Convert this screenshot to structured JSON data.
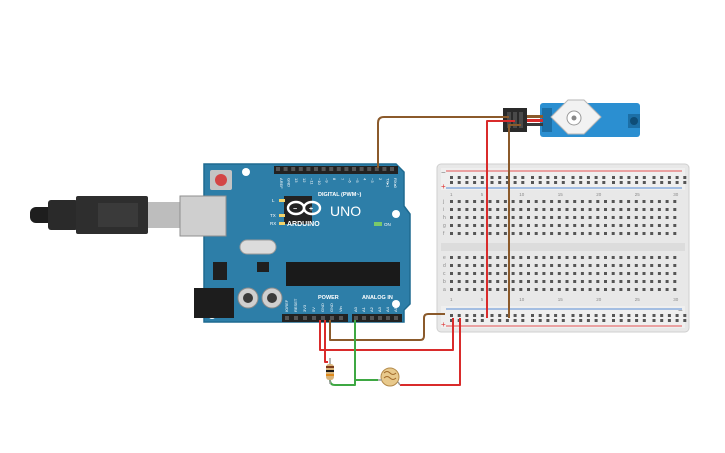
{
  "board": {
    "brand": "ARDUINO",
    "model": "UNO",
    "digital_header": "DIGITAL (PWM~)",
    "power_header": "POWER",
    "analog_header": "ANALOG IN",
    "on_label": "ON",
    "led_l": "L",
    "led_tx": "TX",
    "led_rx": "RX",
    "digital_pins": [
      "AREF",
      "GND",
      "13",
      "12",
      "~11",
      "~10",
      "~9",
      "8",
      "7",
      "~6",
      "~5",
      "4",
      "~3",
      "2",
      "TX▸1",
      "RX◂0"
    ],
    "power_pins": [
      "IOREF",
      "RESET",
      "3V3",
      "5V",
      "GND",
      "GND",
      "Vin"
    ],
    "analog_pins": [
      "A0",
      "A1",
      "A2",
      "A3",
      "A4",
      "A5"
    ]
  },
  "breadboard": {
    "rail_plus": "+",
    "rail_minus": "−",
    "row_letters_top": [
      "j",
      "i",
      "h",
      "g",
      "f"
    ],
    "row_letters_bottom": [
      "e",
      "d",
      "c",
      "b",
      "a"
    ],
    "column_numbers": [
      "1",
      "5",
      "10",
      "15",
      "20",
      "25",
      "30"
    ]
  },
  "components": {
    "servo": "servo-motor",
    "resistor": "resistor",
    "photoresistor": "photoresistor",
    "usb_cable": "usb-cable"
  },
  "wire_colors": {
    "signal": "#8b5a2b",
    "power": "#d92b2b",
    "ground": "#3a3a3a",
    "analog": "#3ea843"
  }
}
